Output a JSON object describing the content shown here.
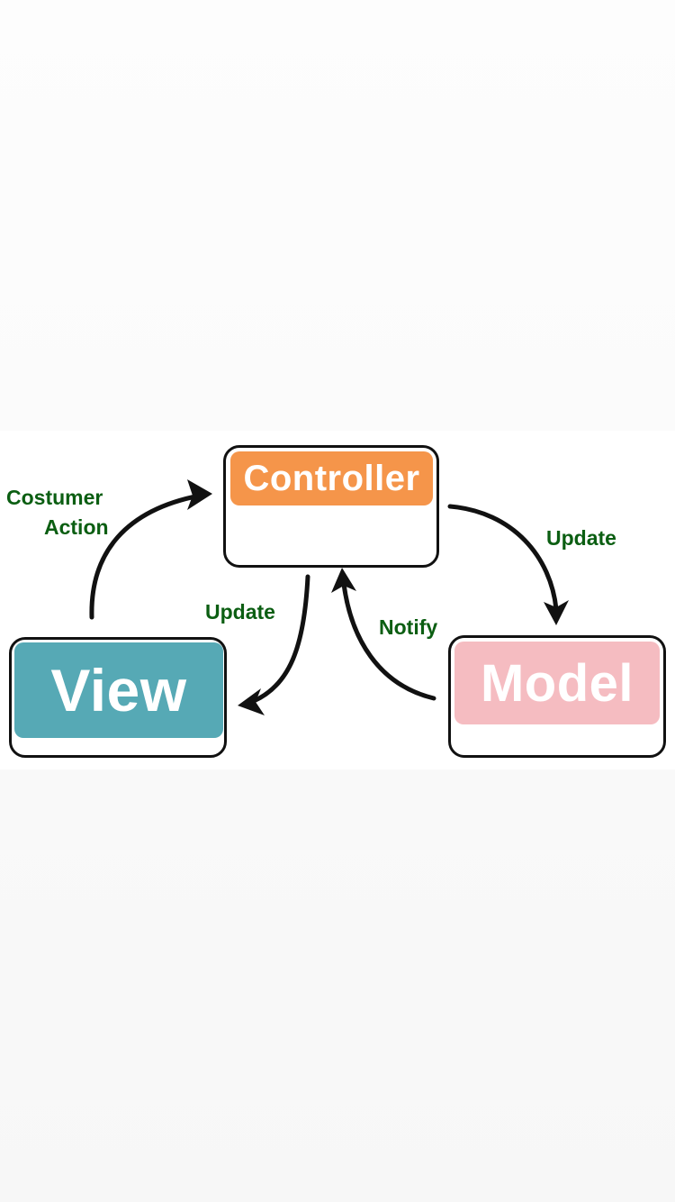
{
  "diagram": {
    "nodes": {
      "controller": {
        "label": "Controller",
        "color": "#f5954a"
      },
      "view": {
        "label": "View",
        "color": "#56a9b5"
      },
      "model": {
        "label": "Model",
        "color": "#f5bcc1"
      }
    },
    "edges": {
      "costumer_action": {
        "line1": "Costumer",
        "line2": "Action",
        "from": "View",
        "to": "Controller"
      },
      "update_right": {
        "label": "Update",
        "from": "Controller",
        "to": "Model"
      },
      "update_left": {
        "label": "Update",
        "from": "Controller",
        "to": "View"
      },
      "notify": {
        "label": "Notify",
        "from": "Model",
        "to": "Controller"
      }
    },
    "label_color": "#0b5e12",
    "arrow_color": "#111111"
  }
}
